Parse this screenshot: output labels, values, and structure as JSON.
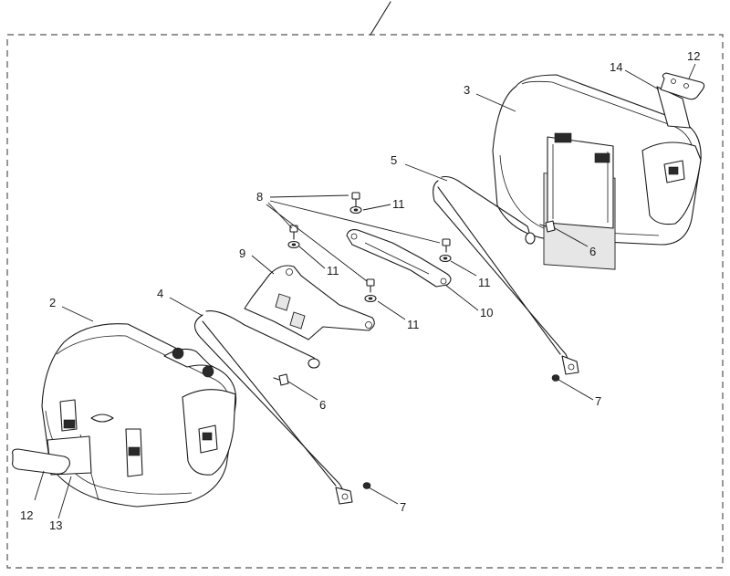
{
  "callouts": {
    "c2": "2",
    "c3": "3",
    "c4": "4",
    "c5": "5",
    "c6_left": "6",
    "c6_right": "6",
    "c7_left": "7",
    "c7_right": "7",
    "c8": "8",
    "c9": "9",
    "c10": "10",
    "c11_a": "11",
    "c11_b": "11",
    "c11_c": "11",
    "c11_d": "11",
    "c12_left": "12",
    "c12_right": "12",
    "c13": "13",
    "c14": "14"
  }
}
